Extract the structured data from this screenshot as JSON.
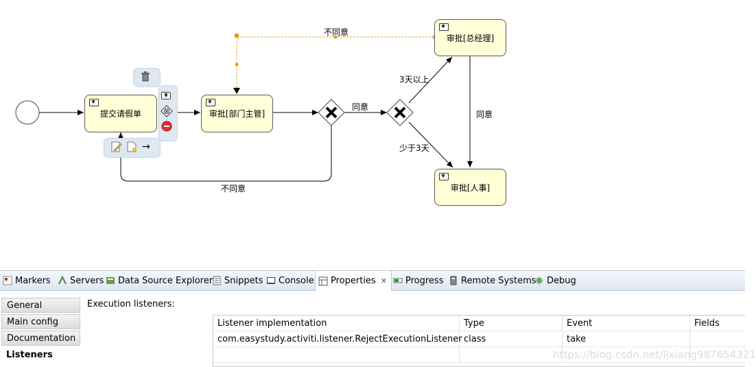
{
  "diagram": {
    "tasks": {
      "submit": "提交请假单",
      "dept_manager": "审批[部门主管]",
      "general_manager": "审批[总经理]",
      "hr": "审批[人事]"
    },
    "flows": {
      "disagree_top": "不同意",
      "agree_mid": "同意",
      "over_3_days": "3天以上",
      "under_3_days": "少于3天",
      "agree_right": "同意",
      "disagree_bottom": "不同意"
    }
  },
  "tabs": [
    {
      "label": "Markers",
      "icon": "markers-icon"
    },
    {
      "label": "Servers",
      "icon": "servers-icon"
    },
    {
      "label": "Data Source Explorer",
      "icon": "data-source-icon"
    },
    {
      "label": "Snippets",
      "icon": "snippets-icon"
    },
    {
      "label": "Console",
      "icon": "console-icon"
    },
    {
      "label": "Properties",
      "icon": "properties-icon",
      "active": true
    },
    {
      "label": "Progress",
      "icon": "progress-icon"
    },
    {
      "label": "Remote Systems",
      "icon": "remote-systems-icon"
    },
    {
      "label": "Debug",
      "icon": "debug-icon"
    }
  ],
  "side_tabs": [
    "General",
    "Main config",
    "Documentation",
    "Listeners"
  ],
  "properties": {
    "section_label": "Execution listeners:",
    "columns": [
      "Listener implementation",
      "Type",
      "Event",
      "Fields"
    ],
    "rows": [
      [
        "com.easystudy.activiti.listener.RejectExecutionListener",
        "class",
        "take",
        ""
      ]
    ]
  },
  "watermark": "https://blog.csdn.net/lixiang987654321",
  "colors": {
    "task_fill": "#ffffd8",
    "selected_flow": "#f0961e",
    "palette_bg": "#dfe8f2"
  }
}
